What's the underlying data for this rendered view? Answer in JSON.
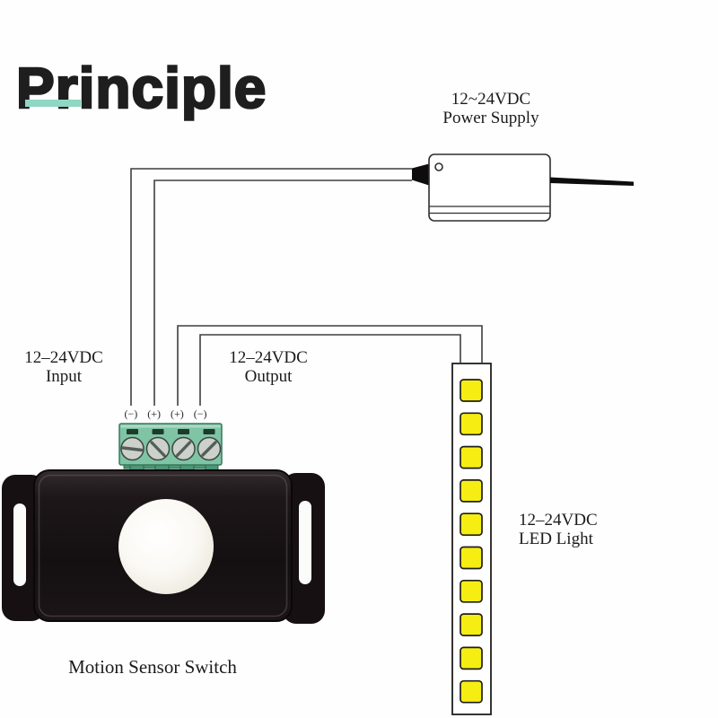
{
  "title": {
    "text": "Principle"
  },
  "labels": {
    "power_supply": {
      "line1": "12~24VDC",
      "line2": "Power Supply"
    },
    "input": {
      "line1": "12–24VDC",
      "line2": "Input"
    },
    "output": {
      "line1": "12–24VDC",
      "line2": "Output"
    },
    "led": {
      "line1": "12–24VDC",
      "line2": "LED Light"
    },
    "device": "Motion Sensor Switch"
  },
  "terminals": {
    "labels": [
      "(−)",
      "(+)",
      "(+)",
      "(−)"
    ]
  },
  "led_strip": {
    "led_count": 10
  },
  "colors": {
    "accent_teal": "#8fd6c3",
    "terminal_green": "#7fc4a4",
    "terminal_green_dark": "#4f9678",
    "led_yellow": "#f6ed13",
    "device_black": "#1a1416",
    "wire_gray": "#3f3f3f"
  }
}
